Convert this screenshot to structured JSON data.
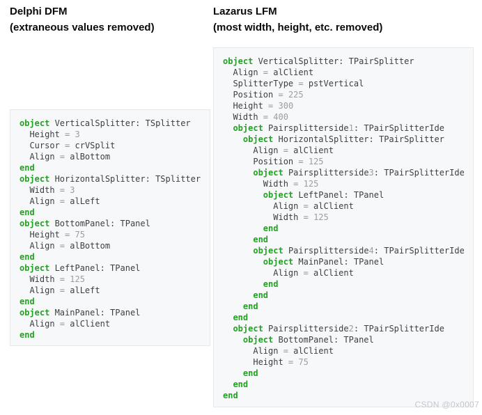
{
  "columns": [
    {
      "header": {
        "title": "Delphi DFM",
        "subtitle": "(extraneous values removed)"
      },
      "code": [
        "object VerticalSplitter: TSplitter",
        "  Height = 3",
        "  Cursor = crVSplit",
        "  Align = alBottom",
        "end",
        "object HorizontalSplitter: TSplitter",
        "  Width = 3",
        "  Align = alLeft",
        "end",
        "object BottomPanel: TPanel",
        "  Height = 75",
        "  Align = alBottom",
        "end",
        "object LeftPanel: TPanel",
        "  Width = 125",
        "  Align = alLeft",
        "end",
        "object MainPanel: TPanel",
        "  Align = alClient",
        "end"
      ]
    },
    {
      "header": {
        "title": "Lazarus LFM",
        "subtitle": "(most width, height, etc. removed)"
      },
      "code": [
        "object VerticalSplitter: TPairSplitter",
        "  Align = alClient",
        "  SplitterType = pstVertical",
        "  Position = 225",
        "  Height = 300",
        "  Width = 400",
        "  object Pairsplitterside1: TPairSplitterIde",
        "    object HorizontalSplitter: TPairSplitter",
        "      Align = alClient",
        "      Position = 125",
        "      object Pairsplitterside3: TPairSplitterIde",
        "        Width = 125",
        "        object LeftPanel: TPanel",
        "          Align = alClient",
        "          Width = 125",
        "        end",
        "      end",
        "      object Pairsplitterside4: TPairSplitterIde",
        "        object MainPanel: TPanel",
        "          Align = alClient",
        "        end",
        "      end",
        "    end",
        "  end",
        "  object Pairsplitterside2: TPairSplitterIde",
        "    object BottomPanel: TPanel",
        "      Align = alClient",
        "      Height = 75",
        "    end",
        "  end",
        "end"
      ]
    }
  ],
  "watermark": "CSDN @0x0007",
  "colors": {
    "keyword": "#22a222",
    "number": "#979ea4",
    "operator": "#8e959b",
    "code_text": "#3c3e40",
    "box_background": "#f7f8fa",
    "box_border": "#e5e8ea"
  }
}
